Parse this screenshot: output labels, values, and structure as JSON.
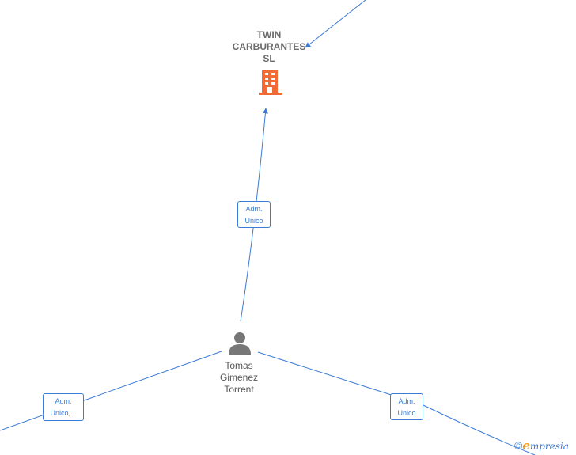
{
  "colors": {
    "edge": "#3a7bd5",
    "company_icon": "#f26a35",
    "person_icon": "#777777"
  },
  "nodes": {
    "company": {
      "name_lines": [
        "TWIN",
        "CARBURANTES",
        "SL"
      ],
      "icon": "building-icon"
    },
    "person": {
      "name_lines": [
        "Tomas",
        "Gimenez",
        "Torrent"
      ],
      "icon": "person-icon"
    }
  },
  "edges": [
    {
      "id": "top",
      "label_lines": [
        "Adm.",
        "Unico"
      ]
    },
    {
      "id": "left",
      "label_lines": [
        "Adm.",
        "Unico,..."
      ]
    },
    {
      "id": "right",
      "label_lines": [
        "Adm.",
        "Unico"
      ]
    }
  ],
  "watermark": {
    "copyright": "©",
    "brand_initial": "e",
    "brand_rest": "mpresia"
  }
}
